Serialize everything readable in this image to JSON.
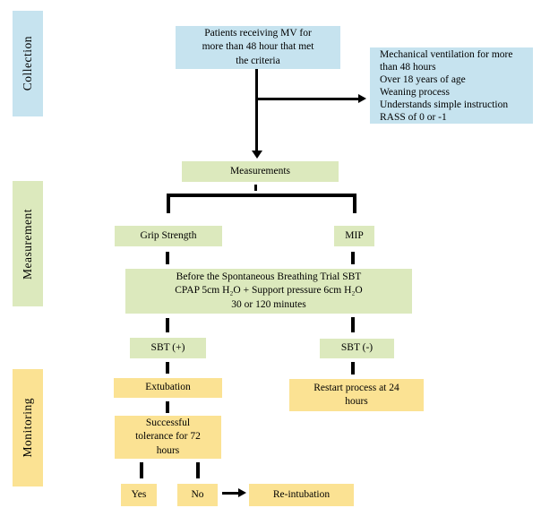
{
  "colors": {
    "blue": "#c6e3ef",
    "green": "#dce9bd",
    "yellow": "#fbe293",
    "line": "#000000"
  },
  "phases": [
    {
      "label": "Collection"
    },
    {
      "label": "Measurement"
    },
    {
      "label": "Monitoring"
    }
  ],
  "nodes": {
    "patients": "Patients receiving MV for\nmore than 48 hour that met\nthe criteria",
    "criteria": "Mechanical ventilation for more\nthan 48 hours\nOver 18 years of age\nWeaning process\nUnderstands simple instruction\nRASS of 0 or -1",
    "measurements": "Measurements",
    "grip_strength": "Grip Strength",
    "mip": "MIP",
    "sbt_setup": "Before the Spontaneous Breathing Trial SBT\nCPAP 5cm H₂O + Support pressure 6cm H₂O\n30 or 120 minutes",
    "sbt_positive": "SBT (+)",
    "sbt_negative": "SBT (-)",
    "extubation": "Extubation",
    "restart": "Restart process at 24\nhours",
    "tolerance": "Successful\ntolerance for 72\nhours",
    "yes": "Yes",
    "no": "No",
    "reintubation": "Re-intubation"
  }
}
